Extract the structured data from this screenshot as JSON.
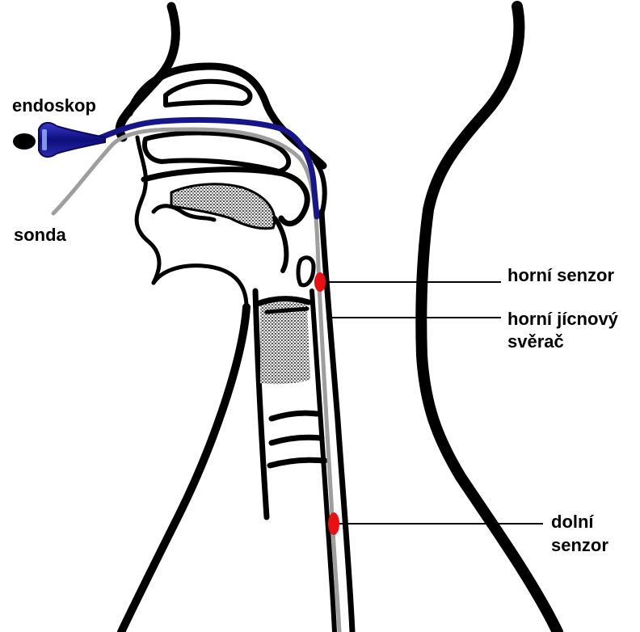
{
  "labels": {
    "endoskop": "endoskop",
    "sonda": "sonda",
    "horni_senzor": "horní senzor",
    "horni_jicnovy_sverac": [
      "horní jícnový",
      "svěrač"
    ],
    "dolni_senzor": [
      "dolní",
      "senzor"
    ]
  },
  "colors": {
    "outline": "#000000",
    "endoscope": "#1a1a8c",
    "probe": "#9e9e9e",
    "sensor": "#e81010",
    "shading": "#2a2a2a"
  },
  "icons": {
    "endoscope_handle": "endoscope-eyepiece-icon"
  }
}
